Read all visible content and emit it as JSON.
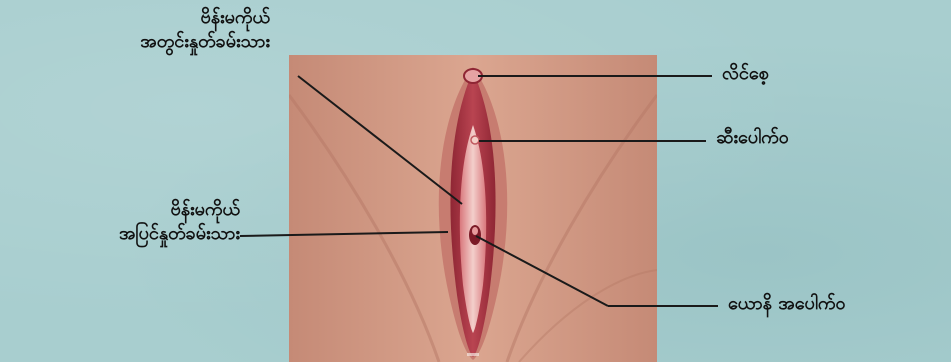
{
  "colors": {
    "background": "#a8cecf",
    "skin": "#d29a84",
    "tissue_dark": "#a8343f",
    "tissue_light": "#f0c6c3",
    "line": "#1a1a1a"
  },
  "labels": {
    "labia_minora_inner_line1": "ဗိန်းမကိုယ်",
    "labia_minora_inner_line2": "အတွင်းနှုတ်ခမ်းသား",
    "labia_majora_outer_line1": "ဗိန်းမကိုယ်",
    "labia_majora_outer_line2": "အပြင်နှုတ်ခမ်းသား",
    "clitoris": "လိင်စေ့",
    "urethral_opening": "ဆီးပေါက်ဝ",
    "vaginal_opening": "ယောနိ အပေါက်ဝ"
  }
}
